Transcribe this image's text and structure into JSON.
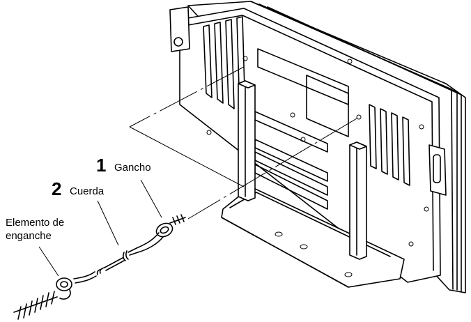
{
  "callouts": [
    {
      "number": "1",
      "label": "Gancho"
    },
    {
      "number": "2",
      "label": "Cuerda"
    }
  ],
  "element_label_line1": "Elemento de",
  "element_label_line2": "enganche"
}
